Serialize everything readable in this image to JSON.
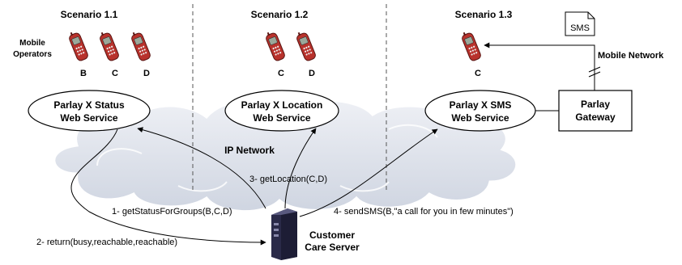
{
  "scenarios": {
    "s1": "Scenario 1.1",
    "s2": "Scenario 1.2",
    "s3": "Scenario 1.3"
  },
  "mobile_operators_label": [
    "Mobile",
    "Operators"
  ],
  "phones": {
    "s1": [
      "B",
      "C",
      "D"
    ],
    "s2": [
      "C",
      "D"
    ],
    "s3": [
      "C"
    ]
  },
  "sms_label": "SMS",
  "mobile_network_label": "Mobile Network",
  "services": {
    "status": [
      "Parlay X Status",
      "Web Service"
    ],
    "location": [
      "Parlay X Location",
      "Web Service"
    ],
    "sms": [
      "Parlay X SMS",
      "Web Service"
    ]
  },
  "gateway": [
    "Parlay",
    "Gateway"
  ],
  "ip_network_label": "IP Network",
  "calls": {
    "get_location": "3- getLocation(C,D)",
    "get_status": "1- getStatusForGroups(B,C,D)",
    "send_sms": "4- sendSMS(B,\"a call for you in few minutes\")",
    "return": "2- return(busy,reachable,reachable)"
  },
  "server": [
    "Customer",
    "Care Server"
  ],
  "colors": {
    "phone_body": "#b8322c",
    "phone_screen": "#9aa89a",
    "cloud_fill": "#dfe3ec",
    "server_body": "#1d1d35"
  }
}
